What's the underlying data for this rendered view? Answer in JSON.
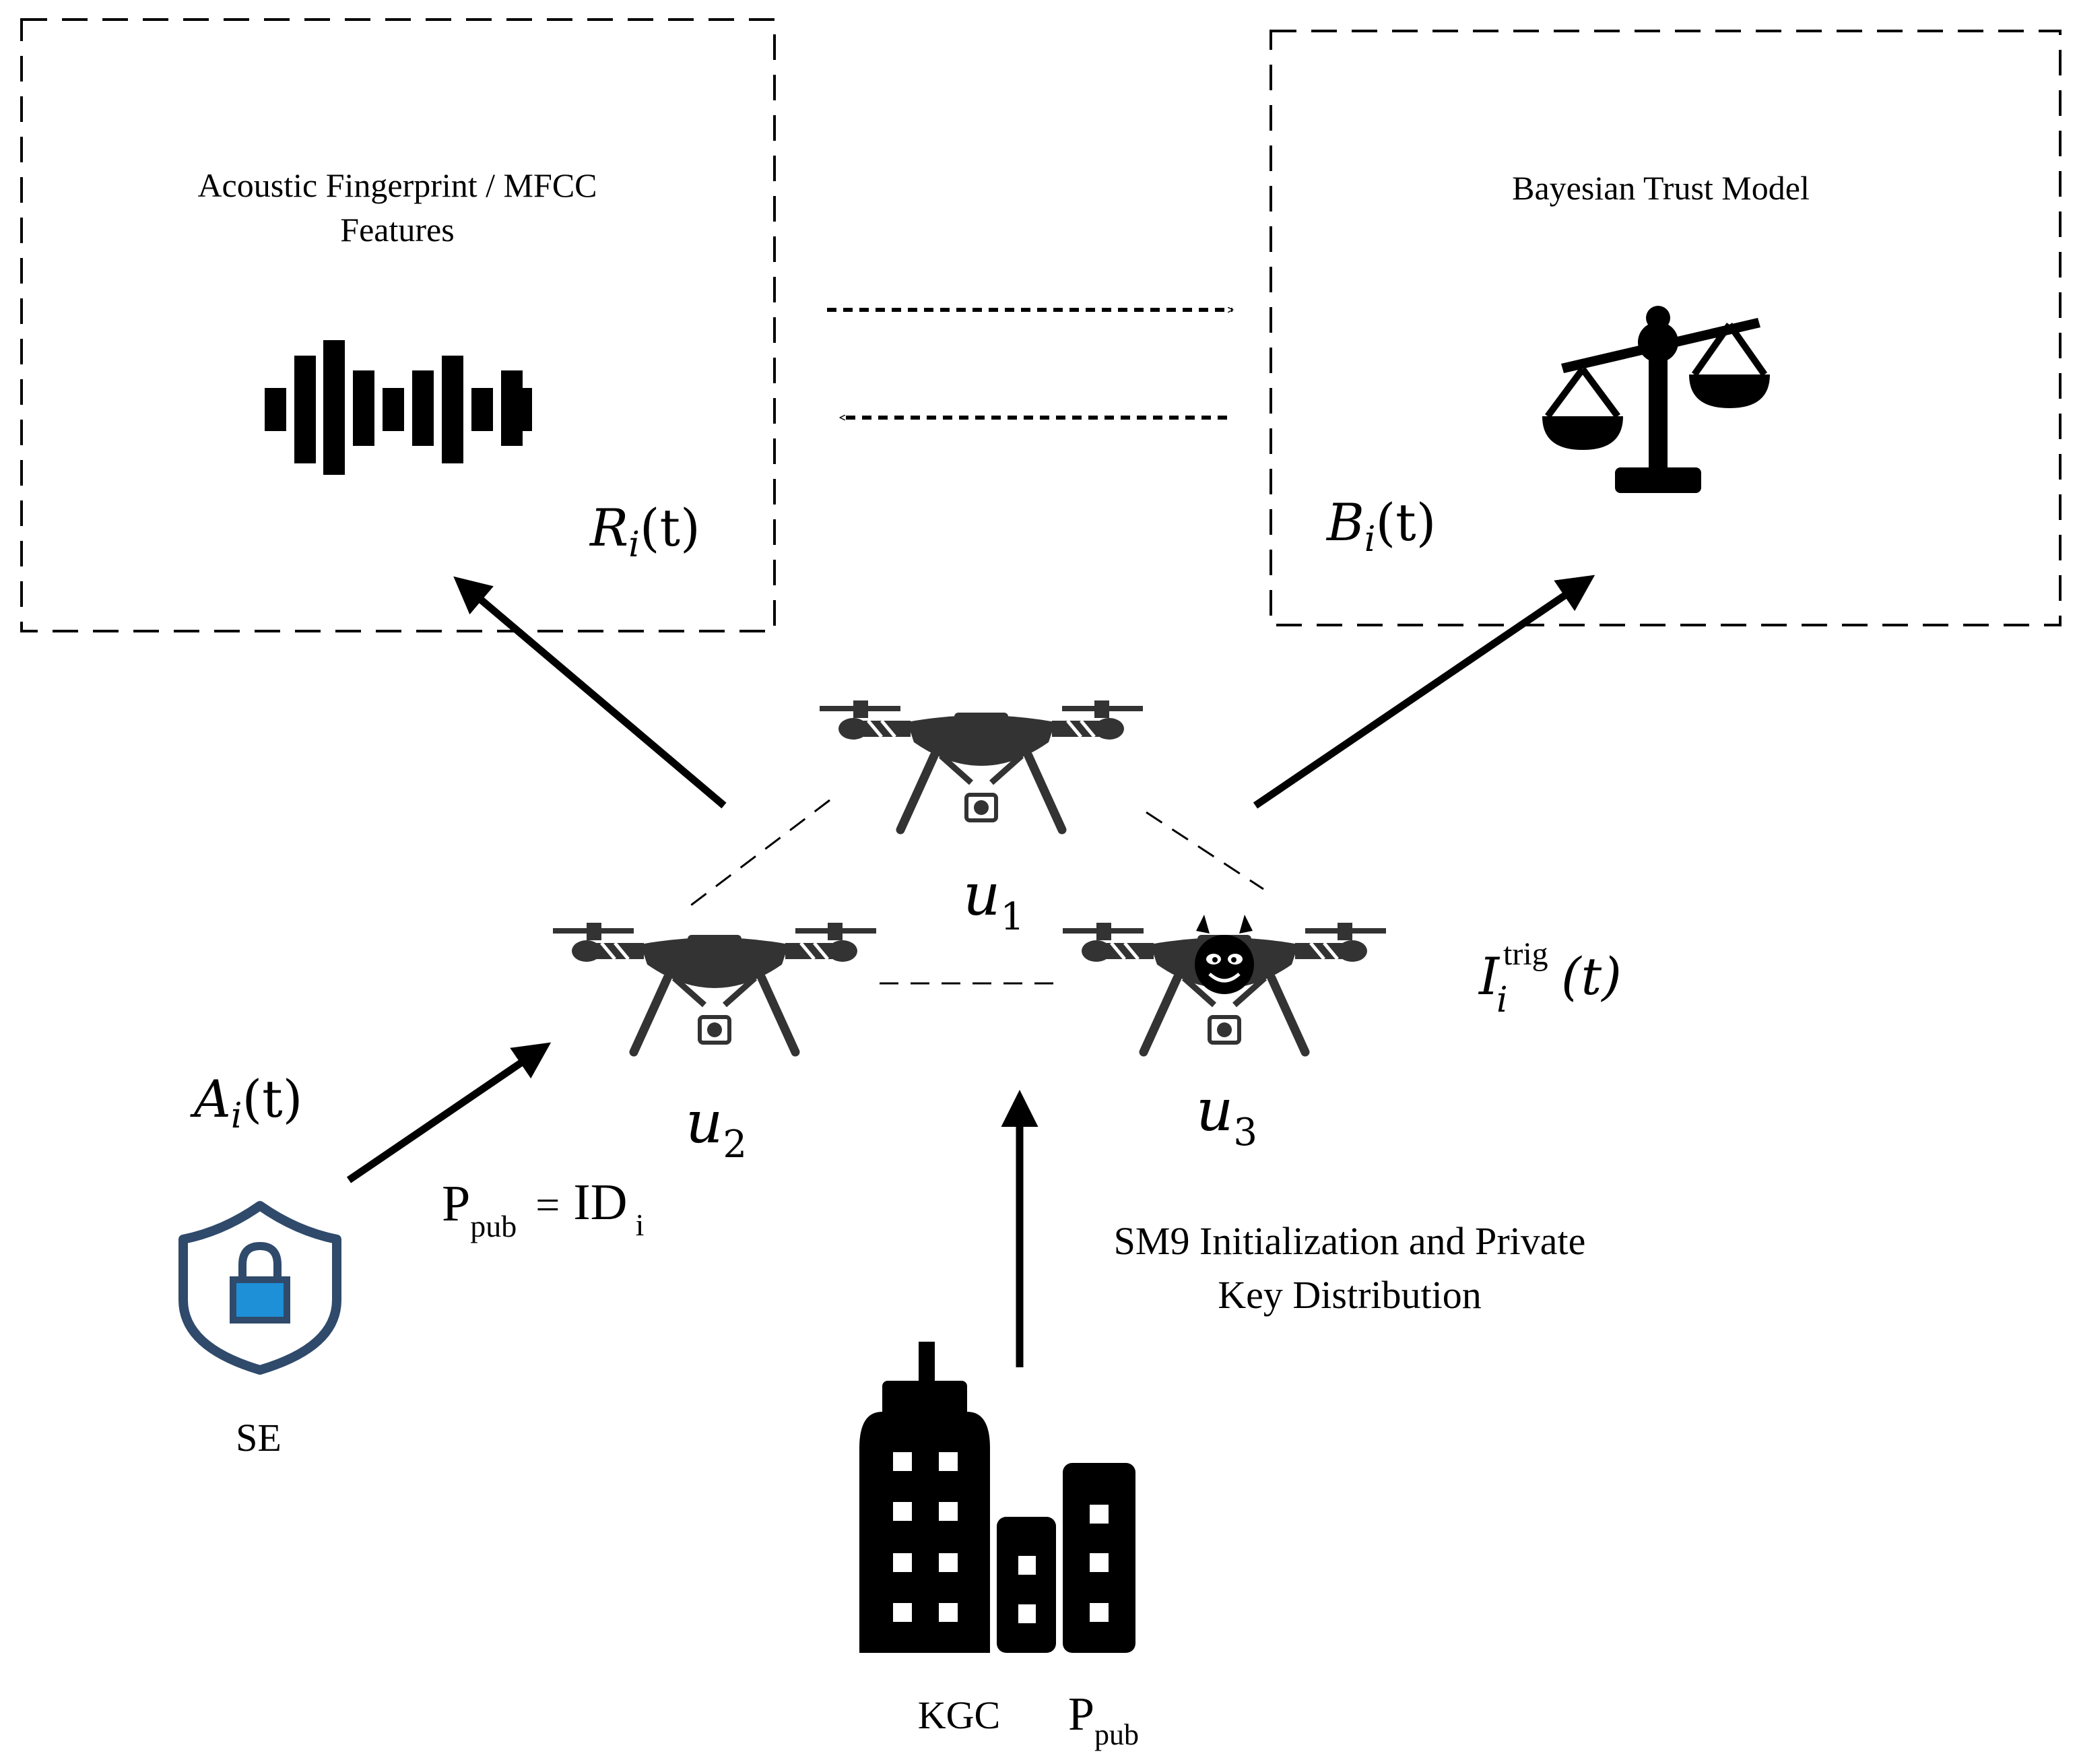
{
  "boxes": {
    "left": {
      "title_line1": "Acoustic Fingerprint / MFCC",
      "title_line2": "Features",
      "variable_base": "R",
      "variable_sub": "i",
      "variable_arg": "(t)"
    },
    "right": {
      "title": "Bayesian Trust Model",
      "variable_base": "B",
      "variable_sub": "i",
      "variable_arg": "(t)"
    }
  },
  "drones": {
    "u1": {
      "base": "u",
      "sub": "1"
    },
    "u2": {
      "base": "u",
      "sub": "2"
    },
    "u3": {
      "base": "u",
      "sub": "3"
    }
  },
  "trigger": {
    "base": "I",
    "sub": "i",
    "sup": "trig",
    "arg": "(t)"
  },
  "se": {
    "label": "SE",
    "var_base": "A",
    "var_sub": "i",
    "var_arg": "(t)",
    "eq_p": "P",
    "eq_p_sub": "pub",
    "eq_eq": "=",
    "eq_id": "ID",
    "eq_id_sub": "i"
  },
  "kgc": {
    "label": "KGC",
    "p": "P",
    "p_sub": "pub",
    "caption_line1": "SM9 Initialization and Private",
    "caption_line2": "Key Distribution"
  },
  "colors": {
    "ink": "#000000",
    "drone": "#333333",
    "shield_outline": "#2f4a6b",
    "lock_fill": "#1e90d8"
  },
  "icons": [
    "waveform-icon",
    "balance-scale-icon",
    "drone-icon",
    "devil-icon",
    "shield-lock-icon",
    "buildings-icon"
  ]
}
